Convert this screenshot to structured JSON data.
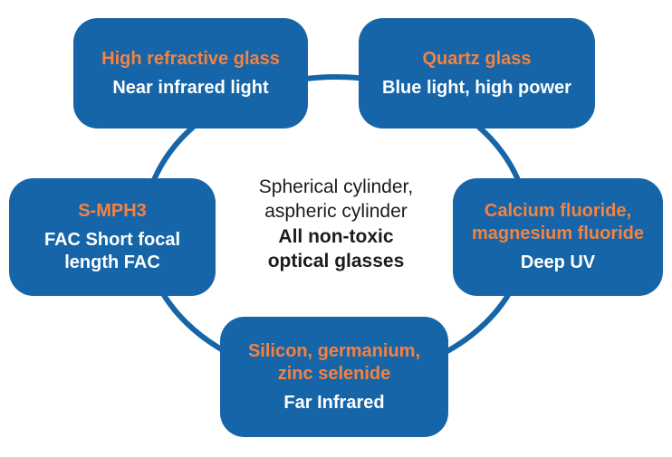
{
  "diagram": {
    "center": {
      "line1": "Spherical cylinder,",
      "line2": "aspheric cylinder",
      "line3": "All non-toxic",
      "line4": "optical glasses"
    },
    "nodes": [
      {
        "id": "top-left",
        "title": "High refractive glass",
        "subtitle": "Near infrared light"
      },
      {
        "id": "top-right",
        "title": "Quartz glass",
        "subtitle": "Blue light, high power"
      },
      {
        "id": "left",
        "title": "S-MPH3",
        "subtitle": "FAC Short focal length FAC"
      },
      {
        "id": "right",
        "title": "Calcium fluoride, magnesium fluoride",
        "subtitle": "Deep UV"
      },
      {
        "id": "bottom",
        "title": "Silicon, germanium, zinc selenide",
        "subtitle": "Far Infrared"
      }
    ],
    "colors": {
      "box_blue": "#1565A8",
      "circle_blue": "#1565A8",
      "accent_orange": "#F5823F",
      "text_white": "#FFFFFF",
      "text_dark": "#1C1C1C",
      "bg": "#FFFFFF"
    }
  }
}
